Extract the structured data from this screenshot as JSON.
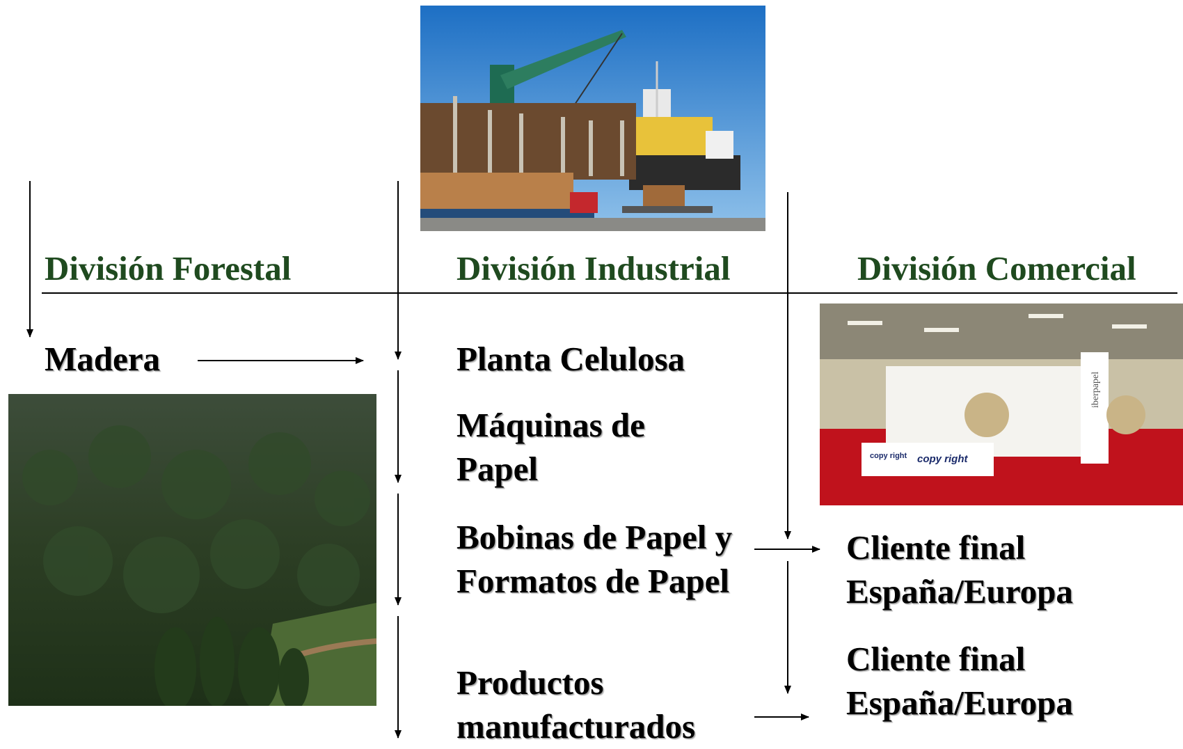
{
  "colors": {
    "heading": "#1f4a1f",
    "line": "#000000"
  },
  "headings": {
    "forestal": "División Forestal",
    "industrial": "División Industrial",
    "comercial": "División Comercial"
  },
  "labels": {
    "madera": "Madera",
    "planta": "Planta Celulosa",
    "maquinas_1": "Máquinas de",
    "maquinas_2": "Papel",
    "bobinas_1": "Bobinas de Papel y",
    "bobinas_2": "Formatos de Papel",
    "productos_1": "Productos",
    "productos_2": "manufacturados",
    "cliente1_1": "Cliente final",
    "cliente1_2": "España/Europa",
    "cliente2_1": "Cliente final",
    "cliente2_2": "España/Europa"
  },
  "photos": {
    "ship": {
      "icon": "ship-loading-logs-photo"
    },
    "forest": {
      "icon": "eucalyptus-forest-photo"
    },
    "stand": {
      "icon": "trade-fair-stand-photo",
      "sign_1": "copy right",
      "sign_2": "copy right",
      "brand": "iberpapel"
    }
  }
}
